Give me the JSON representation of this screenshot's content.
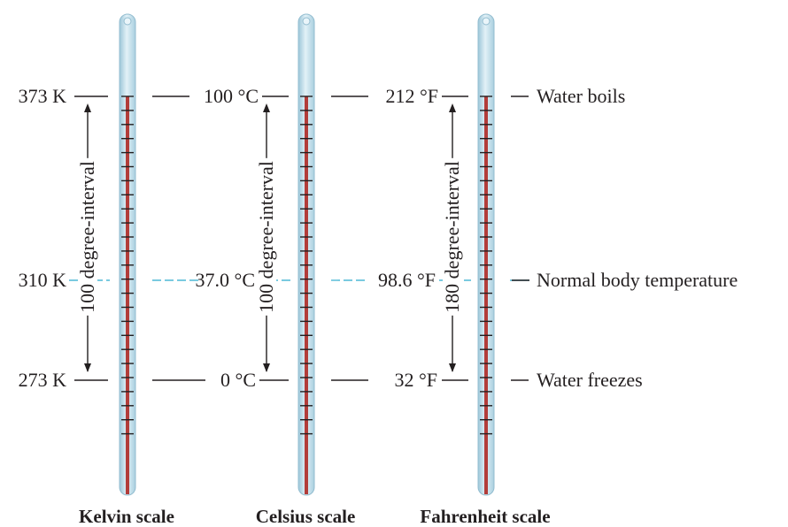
{
  "colors": {
    "tube": "#c6dfea",
    "tube_edge": "#93bdd0",
    "mercury": "#b23d3a",
    "line": "#231f20",
    "body_line": "#4fb8d6"
  },
  "scales": [
    {
      "id": "kelvin",
      "caption": "Kelvin scale",
      "boil": "373 K",
      "body": "310 K",
      "freeze": "273 K",
      "interval": "100 degree-interval"
    },
    {
      "id": "celsius",
      "caption": "Celsius scale",
      "boil": "100 °C",
      "body": "37.0 °C",
      "freeze": "0 °C",
      "interval": "100 degree-interval"
    },
    {
      "id": "fahrenheit",
      "caption": "Fahrenheit scale",
      "boil": "212 °F",
      "body": "98.6 °F",
      "freeze": "32 °F",
      "interval": "180 degree-interval"
    }
  ],
  "annotations": {
    "boil": "Water boils",
    "body": "Normal body temperature",
    "freeze": "Water freezes"
  }
}
